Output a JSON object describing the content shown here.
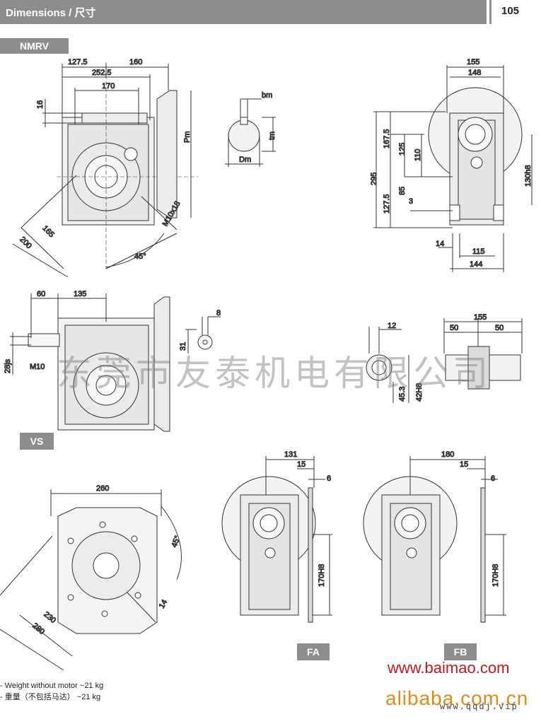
{
  "header": {
    "title": "Dimensions / 尺寸",
    "page_number": "105"
  },
  "sections": {
    "nmrv": "NMRV",
    "vs": "VS",
    "fa": "FA",
    "fb": "FB"
  },
  "dims": {
    "d127_5": "127.5",
    "d160": "160",
    "d252_5": "252.5",
    "d170": "170",
    "d16": "16",
    "dPm": "Pm",
    "dM10x18": "M10x18",
    "d165": "165",
    "d200": "200",
    "d45a": "45°",
    "dbm": "bm",
    "dtm": "tm",
    "dDm": "Dm",
    "d155a": "155",
    "d148": "148",
    "d295": "295",
    "d167_5": "167.5",
    "d125": "125",
    "d110": "110",
    "d130h8": "130h8",
    "d127_5b": "127.5",
    "d85": "85",
    "d3": "3",
    "d14a": "14",
    "d115": "115",
    "d144": "144",
    "d60": "60",
    "d135": "135",
    "d8": "8",
    "d31": "31",
    "d28js": "28js",
    "dM10": "M10",
    "d155b": "155",
    "d12": "12",
    "d50a": "50",
    "d50b": "50",
    "d45_3": "45.3",
    "d42h8": "42H8",
    "d260": "260",
    "d45b": "45°",
    "d230": "230",
    "d280": "280",
    "d14b": "14",
    "d131": "131",
    "d15a": "15",
    "d6a": "6",
    "d170h8a": "170H8",
    "d180": "180",
    "d15b": "15",
    "d6b": "6",
    "d170h8b": "170H8"
  },
  "notes": {
    "line1": "- Weight without motor ~21 kg",
    "line2": "- 重量（不包括马达） ~21 kg"
  },
  "watermark": "东莞市友泰机电有限公司",
  "brands": {
    "baimao": "www.baimao.com",
    "alibaba": "alibaba.com.cn",
    "qqdj": "www.qqdj.vip"
  }
}
